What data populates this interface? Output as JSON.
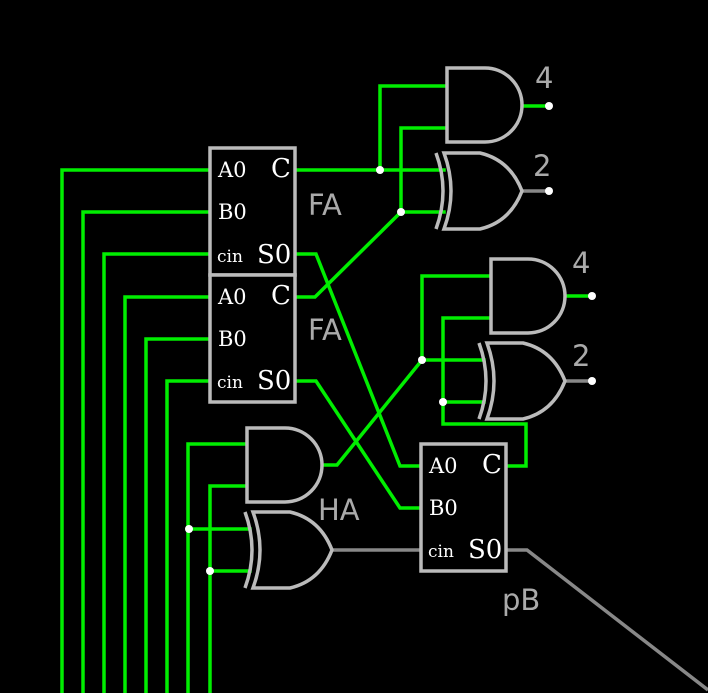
{
  "colors": {
    "background": "#000000",
    "wire_active": "#00ee00",
    "wire_inactive": "#888888",
    "component": "#bbbbbb"
  },
  "components": {
    "fa_top": {
      "label": "FA",
      "pins": {
        "a": "A0",
        "b": "B0",
        "cin": "Cin",
        "c": "C",
        "s": "S0"
      }
    },
    "fa_bottom": {
      "label": "FA",
      "pins": {
        "a": "A0",
        "b": "B0",
        "cin": "Cin",
        "c": "C",
        "s": "S0"
      }
    },
    "ha": {
      "label": "HA"
    },
    "pb": {
      "label": "pB",
      "pins": {
        "a": "A0",
        "b": "B0",
        "cin": "Cin",
        "c": "C",
        "s": "S0"
      }
    },
    "out_top_and": {
      "label": "4"
    },
    "out_top_xor": {
      "label": "2"
    },
    "out_mid_and": {
      "label": "4"
    },
    "out_mid_xor": {
      "label": "2"
    }
  }
}
